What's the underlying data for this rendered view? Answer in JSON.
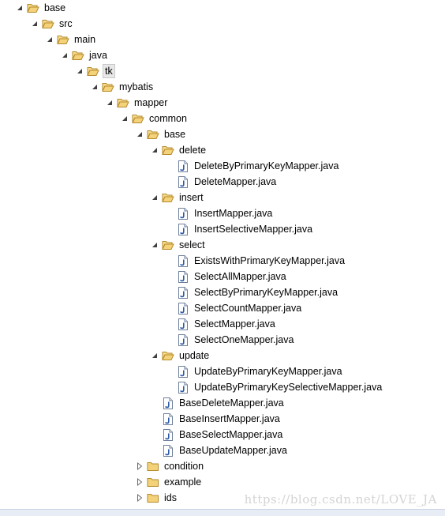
{
  "tree": [
    {
      "label": "base",
      "depth": 0,
      "type": "folder",
      "state": "expanded"
    },
    {
      "label": "src",
      "depth": 1,
      "type": "folder",
      "state": "expanded"
    },
    {
      "label": "main",
      "depth": 2,
      "type": "folder",
      "state": "expanded"
    },
    {
      "label": "java",
      "depth": 3,
      "type": "folder",
      "state": "expanded"
    },
    {
      "label": "tk",
      "depth": 4,
      "type": "folder",
      "state": "expanded",
      "selected": true
    },
    {
      "label": "mybatis",
      "depth": 5,
      "type": "folder",
      "state": "expanded"
    },
    {
      "label": "mapper",
      "depth": 6,
      "type": "folder",
      "state": "expanded"
    },
    {
      "label": "common",
      "depth": 7,
      "type": "folder",
      "state": "expanded"
    },
    {
      "label": "base",
      "depth": 8,
      "type": "folder",
      "state": "expanded"
    },
    {
      "label": "delete",
      "depth": 9,
      "type": "folder",
      "state": "expanded"
    },
    {
      "label": "DeleteByPrimaryKeyMapper.java",
      "depth": 10,
      "type": "java"
    },
    {
      "label": "DeleteMapper.java",
      "depth": 10,
      "type": "java"
    },
    {
      "label": "insert",
      "depth": 9,
      "type": "folder",
      "state": "expanded"
    },
    {
      "label": "InsertMapper.java",
      "depth": 10,
      "type": "java"
    },
    {
      "label": "InsertSelectiveMapper.java",
      "depth": 10,
      "type": "java"
    },
    {
      "label": "select",
      "depth": 9,
      "type": "folder",
      "state": "expanded"
    },
    {
      "label": "ExistsWithPrimaryKeyMapper.java",
      "depth": 10,
      "type": "java"
    },
    {
      "label": "SelectAllMapper.java",
      "depth": 10,
      "type": "java"
    },
    {
      "label": "SelectByPrimaryKeyMapper.java",
      "depth": 10,
      "type": "java"
    },
    {
      "label": "SelectCountMapper.java",
      "depth": 10,
      "type": "java"
    },
    {
      "label": "SelectMapper.java",
      "depth": 10,
      "type": "java"
    },
    {
      "label": "SelectOneMapper.java",
      "depth": 10,
      "type": "java"
    },
    {
      "label": "update",
      "depth": 9,
      "type": "folder",
      "state": "expanded"
    },
    {
      "label": "UpdateByPrimaryKeyMapper.java",
      "depth": 10,
      "type": "java"
    },
    {
      "label": "UpdateByPrimaryKeySelectiveMapper.java",
      "depth": 10,
      "type": "java"
    },
    {
      "label": "BaseDeleteMapper.java",
      "depth": 9,
      "type": "java"
    },
    {
      "label": "BaseInsertMapper.java",
      "depth": 9,
      "type": "java"
    },
    {
      "label": "BaseSelectMapper.java",
      "depth": 9,
      "type": "java"
    },
    {
      "label": "BaseUpdateMapper.java",
      "depth": 9,
      "type": "java"
    },
    {
      "label": "condition",
      "depth": 8,
      "type": "folder",
      "state": "collapsed"
    },
    {
      "label": "example",
      "depth": 8,
      "type": "folder",
      "state": "collapsed"
    },
    {
      "label": "ids",
      "depth": 8,
      "type": "folder",
      "state": "collapsed"
    }
  ],
  "watermark": "https://blog.csdn.net/LOVE_JA",
  "colors": {
    "folder_fill": "#f4d27a",
    "folder_stroke": "#b58a2a",
    "java_icon": "#2c5aa8",
    "selection": "#e8e8e8"
  }
}
